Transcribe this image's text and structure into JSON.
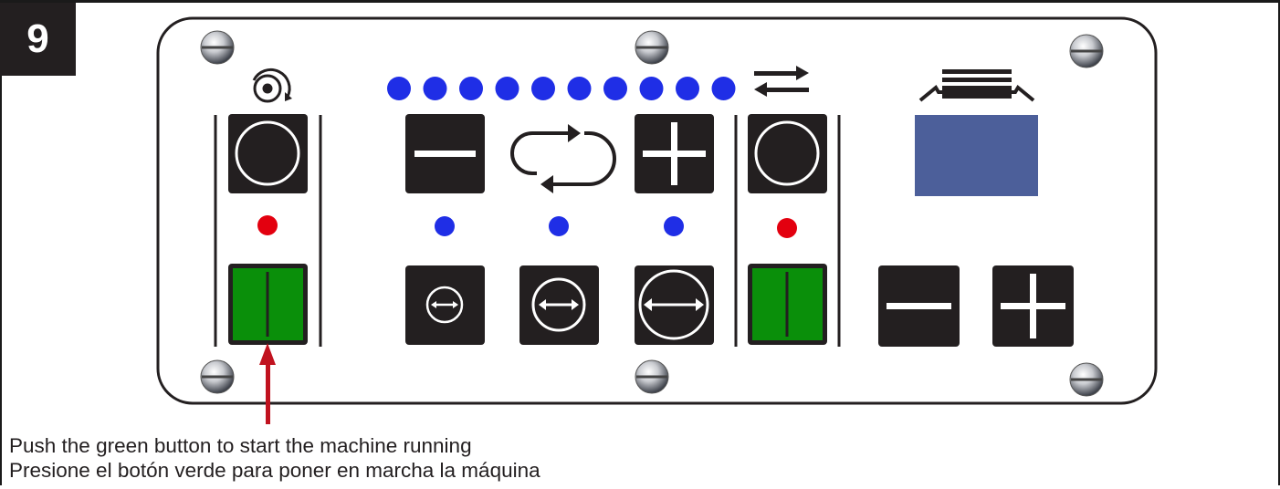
{
  "figure": {
    "step_number": "9",
    "caption_en": "Push the green button to start the machine running",
    "caption_es": "Presione el botón verde para poner en marcha la máquina"
  },
  "colors": {
    "panel_fill": "#ffffff",
    "button_black": "#231f20",
    "button_green": "#0a8f0a",
    "led_blue": "#1f2ee6",
    "led_red": "#e3000f",
    "display_blue": "#4c5f9a",
    "arrow_red": "#c1121f"
  },
  "icons": {
    "spindle": "rotation-dot-icon",
    "reverse": "bidirectional-arrows-icon",
    "cycle": "loop-arrows-icon",
    "feed": "stacked-lines-tray-icon"
  },
  "speed_led_count": 10
}
